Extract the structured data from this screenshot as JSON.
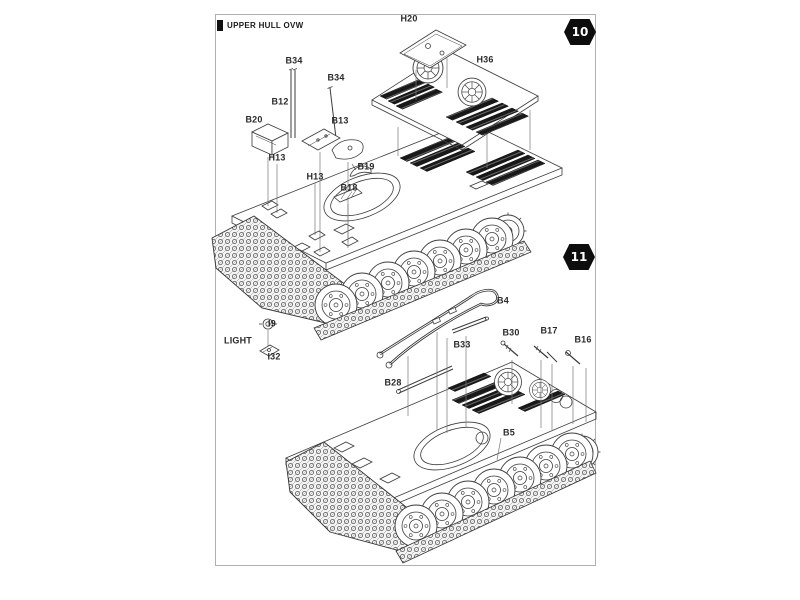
{
  "header": {
    "section_label": "UPPER HULL OVW"
  },
  "steps": [
    {
      "number": "10",
      "labels": [
        {
          "text": "H20"
        },
        {
          "text": "H36"
        },
        {
          "text": "B34"
        },
        {
          "text": "B34"
        },
        {
          "text": "B12"
        },
        {
          "text": "B20"
        },
        {
          "text": "B13"
        },
        {
          "text": "H13"
        },
        {
          "text": "H13"
        },
        {
          "text": "B19"
        },
        {
          "text": "B18"
        }
      ]
    },
    {
      "number": "11",
      "labels": [
        {
          "text": "I9"
        },
        {
          "text": "LIGHT"
        },
        {
          "text": "I32"
        },
        {
          "text": "B4"
        },
        {
          "text": "B33"
        },
        {
          "text": "B30"
        },
        {
          "text": "B17"
        },
        {
          "text": "B16"
        },
        {
          "text": "B28"
        },
        {
          "text": "B5"
        }
      ]
    }
  ],
  "colors": {
    "ink": "#3b3b3b",
    "grille_dark": "#191919",
    "badge_fill": "#0d0d0d",
    "badge_text": "#ffffff",
    "page_border": "#b0b0b0"
  }
}
